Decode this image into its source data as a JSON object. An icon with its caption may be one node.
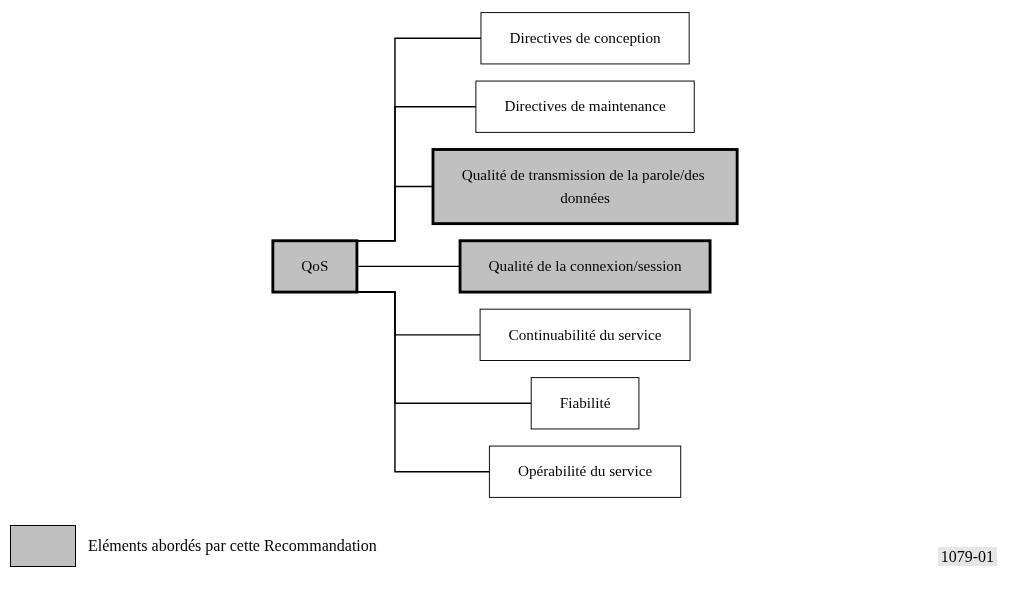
{
  "diagram": {
    "nodes": [
      {
        "text": [
          "QoS"
        ]
      },
      {
        "text": [
          "Directives de conception"
        ]
      },
      {
        "text": [
          "Directives de maintenance"
        ]
      },
      {
        "text": [
          "Qualité de transmission de la parole/des données"
        ]
      },
      {
        "text": [
          "Qualité de la connexion/session"
        ]
      },
      {
        "text": [
          "Continuabilité du service"
        ]
      },
      {
        "text": [
          "Fiabilité"
        ]
      },
      {
        "text": [
          "Opérabilité du service"
        ]
      }
    ],
    "edges": [
      {
        "from": 0,
        "to": 1,
        "arrow": "none"
      },
      {
        "from": 0,
        "to": 2,
        "arrow": "none"
      },
      {
        "from": 0,
        "to": 3,
        "arrow": "none"
      },
      {
        "from": 0,
        "to": 4,
        "arrow": "none"
      },
      {
        "from": 0,
        "to": 5,
        "arrow": "none"
      },
      {
        "from": 0,
        "to": 6,
        "arrow": "none"
      },
      {
        "from": 0,
        "to": 7,
        "arrow": "none"
      }
    ],
    "labels": [
      "1079-01"
    ],
    "legend": [
      {
        "text": "Eléments abordés par cette Recommandation",
        "color": "#c0c0c0"
      }
    ]
  }
}
